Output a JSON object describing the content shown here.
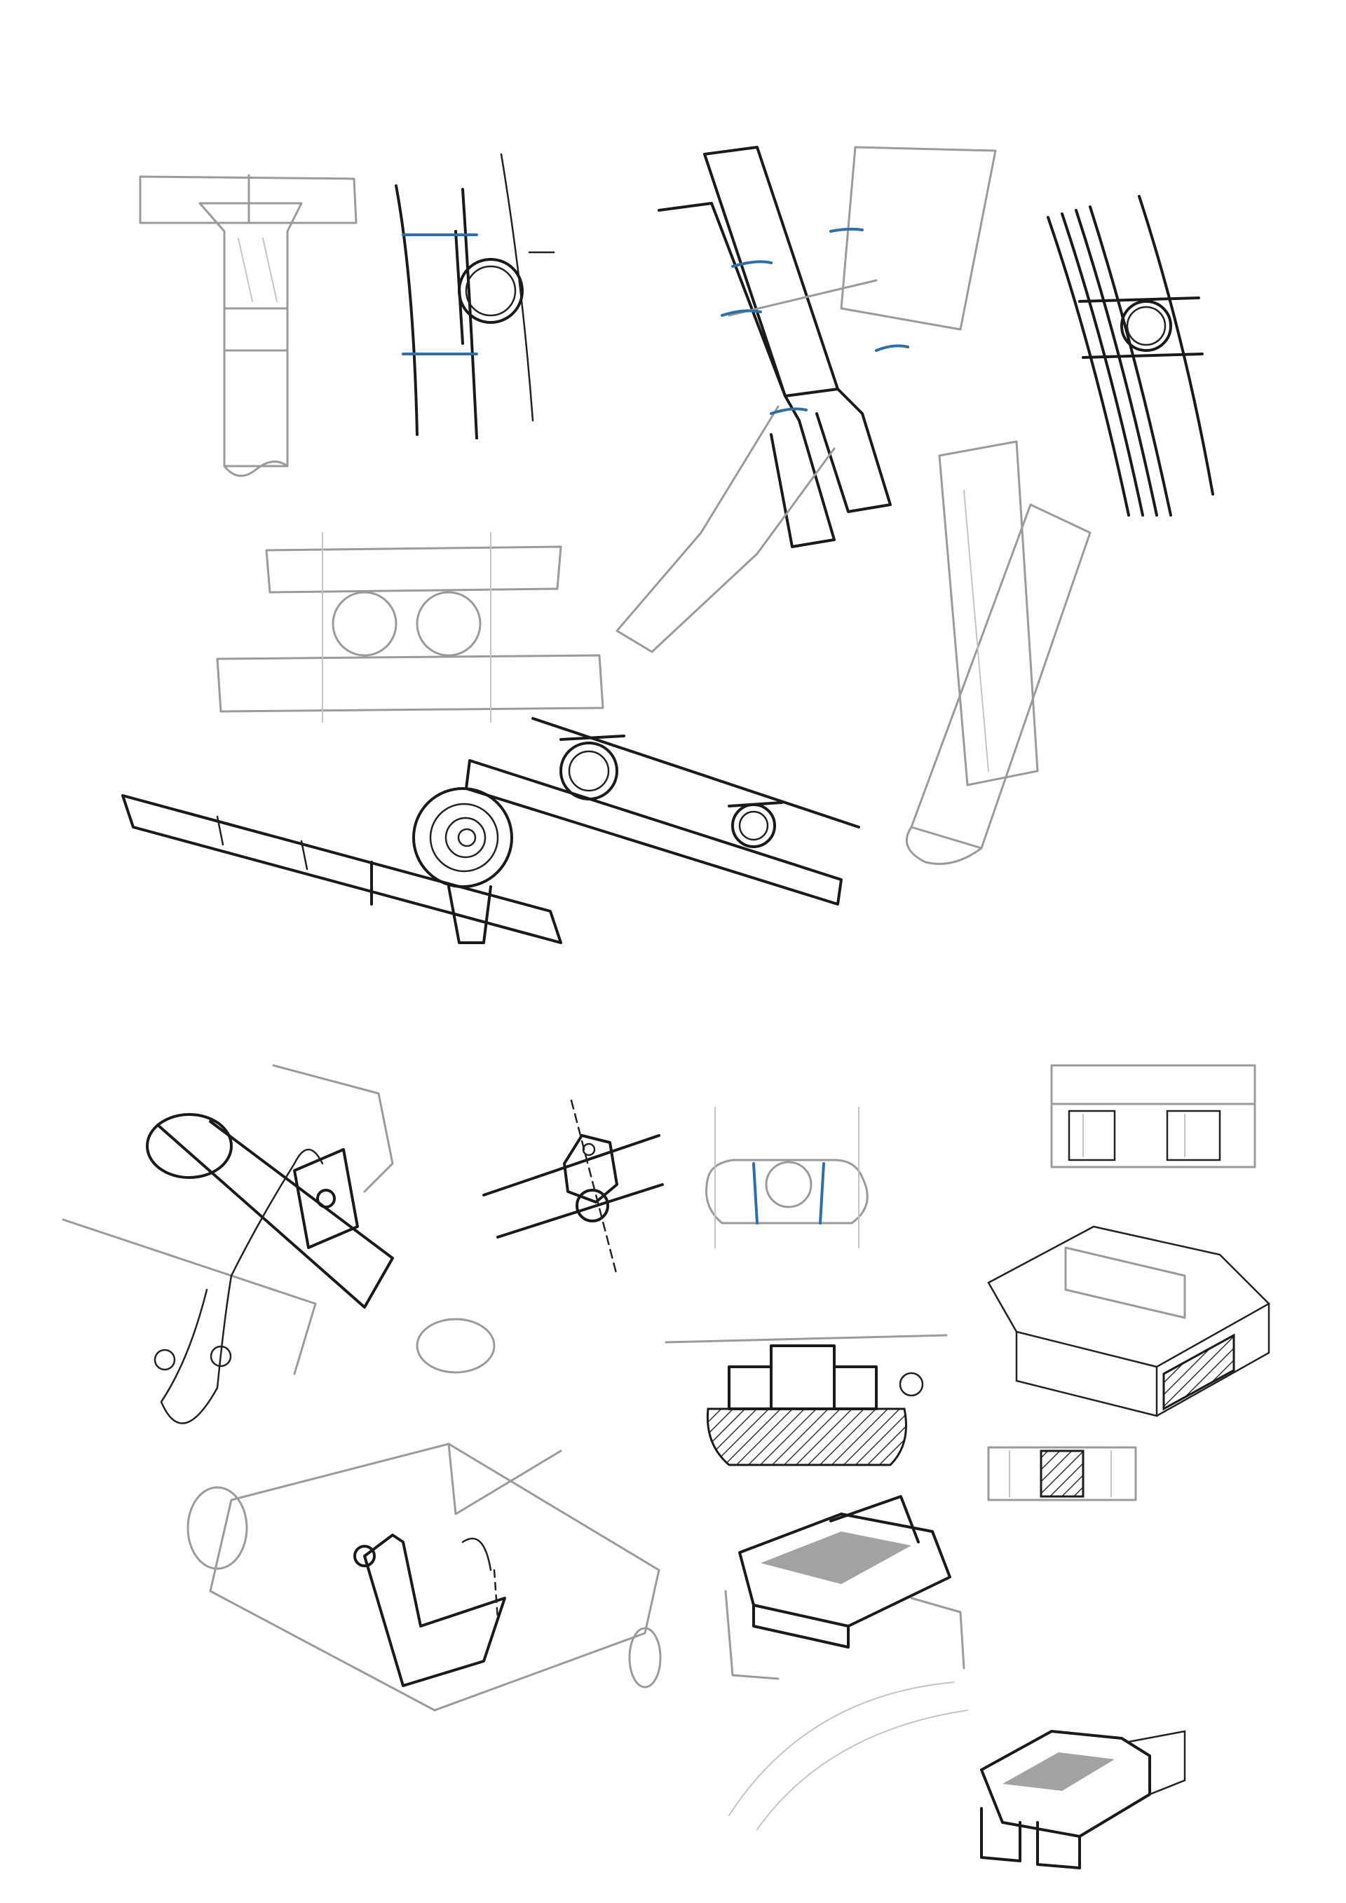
{
  "page": {
    "background": "#ffffff"
  },
  "colors": {
    "pencil": "#9a9a9a",
    "ink": "#1a1a1a",
    "accent_blue": "#2f6fa8"
  },
  "sketches": [
    {
      "id": "t-pipe-junction",
      "style": "pencil"
    },
    {
      "id": "clamp-section-vertical",
      "style": "ink"
    },
    {
      "id": "y-branch-brackets",
      "style": "ink"
    },
    {
      "id": "parallel-rail-clamp",
      "style": "ink"
    },
    {
      "id": "double-pipe-elevation",
      "style": "pencil"
    },
    {
      "id": "diagonal-pipe-study",
      "style": "pencil"
    },
    {
      "id": "coil-pipe-joint",
      "style": "ink"
    },
    {
      "id": "twin-clamp-rail",
      "style": "ink"
    },
    {
      "id": "rope-tied-pipes",
      "style": "ink"
    },
    {
      "id": "bolted-saddle-clamp",
      "style": "ink"
    },
    {
      "id": "pipe-section-plan",
      "style": "pencil"
    },
    {
      "id": "hatched-bench-elevation",
      "style": "ink"
    },
    {
      "id": "box-frame-elevation",
      "style": "pencil"
    },
    {
      "id": "box-frame-axonometric",
      "style": "pencil"
    },
    {
      "id": "small-box-elevation",
      "style": "pencil"
    },
    {
      "id": "bench-axonometric",
      "style": "ink"
    },
    {
      "id": "frame-perspective-bottom",
      "style": "ink"
    },
    {
      "id": "pipe-bracket-isometric",
      "style": "ink"
    }
  ]
}
